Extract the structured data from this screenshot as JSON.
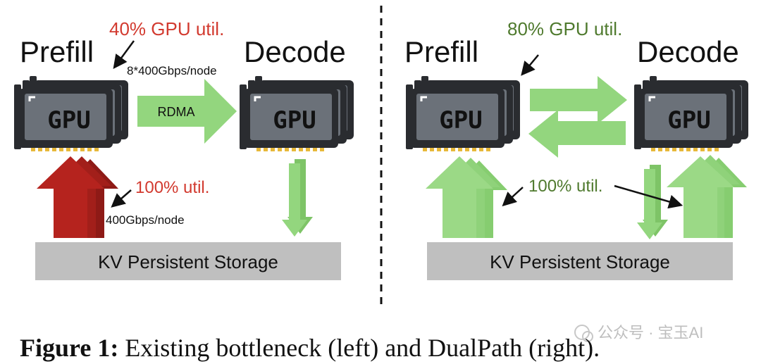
{
  "colors": {
    "red": "#d23a2f",
    "green": "#4f7a2e",
    "arrow_green": "#93d67e",
    "arrow_red": "#b5231e",
    "storage": "#bfbfbf",
    "gpu_body": "#6b7179",
    "gpu_board": "#2a2c30"
  },
  "left": {
    "prefill_title": "Prefill",
    "decode_title": "Decode",
    "gpu_util": "40% GPU util.",
    "link_speed": "8*400Gbps/node",
    "rdma_label": "RDMA",
    "storage_util": "100% util.",
    "storage_speed": "400Gbps/node",
    "storage_label": "KV Persistent Storage"
  },
  "right": {
    "prefill_title": "Prefill",
    "decode_title": "Decode",
    "gpu_util": "80% GPU util.",
    "storage_util": "100% util.",
    "storage_label": "KV Persistent Storage"
  },
  "gpu_text": "GPU",
  "caption": {
    "bold": "Figure 1:",
    "text": " Existing bottleneck (left) and DualPath (right)."
  },
  "watermark": "公众号 · 宝玉AI"
}
